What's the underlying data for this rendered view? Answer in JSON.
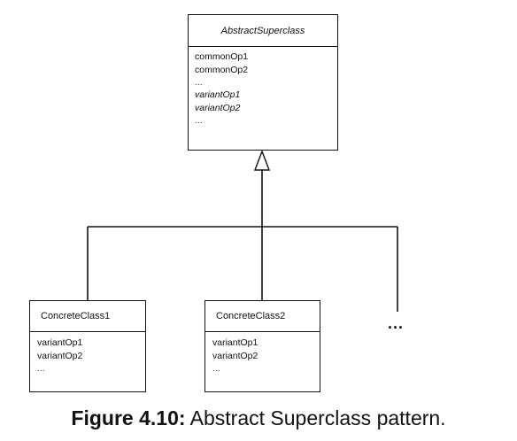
{
  "abstract_class": {
    "name": "AbstractSuperclass",
    "operations": [
      {
        "text": "commonOp1",
        "italic": false
      },
      {
        "text": "commonOp2",
        "italic": false
      },
      {
        "text": "...",
        "italic": false
      },
      {
        "text": "variantOp1",
        "italic": true
      },
      {
        "text": "variantOp2",
        "italic": true
      },
      {
        "text": "...",
        "italic": false
      }
    ]
  },
  "concrete_class_1": {
    "name": "ConcreteClass1",
    "operations": [
      "variantOp1",
      "variantOp2",
      "..."
    ]
  },
  "concrete_class_2": {
    "name": "ConcreteClass2",
    "operations": [
      "variantOp1",
      "variantOp2",
      "..."
    ]
  },
  "more_subclasses": "...",
  "caption": {
    "label": "Figure 4.10:",
    "text": "Abstract Superclass pattern."
  }
}
